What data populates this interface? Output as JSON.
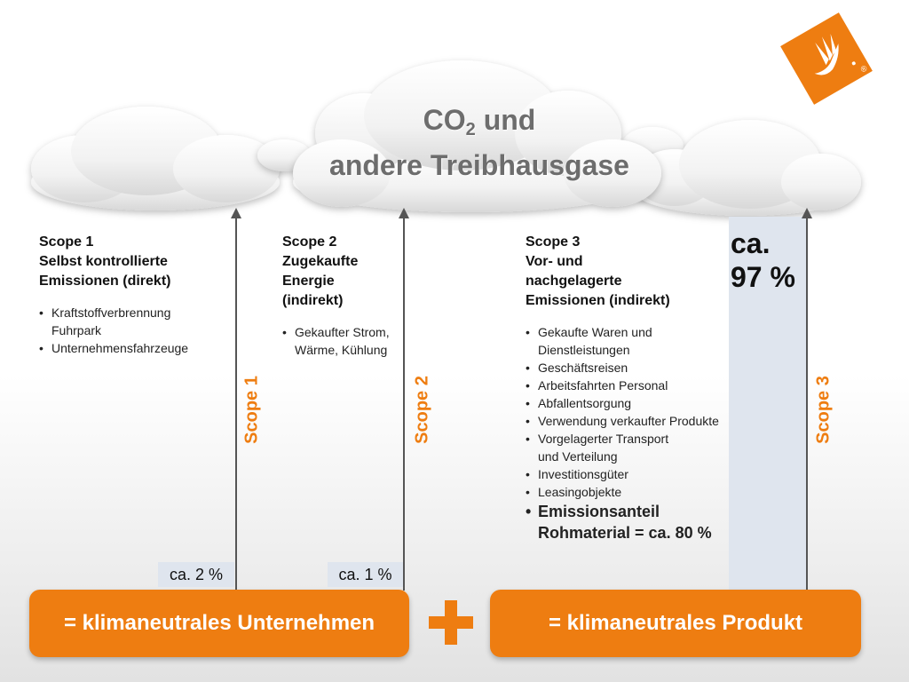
{
  "title": {
    "line1_main": "CO",
    "line1_sub": "2",
    "line1_rest": " und",
    "line2": "andere Treibhausgase"
  },
  "scope1": {
    "heading": [
      "Scope 1",
      "Selbst kontrollierte",
      "Emissionen (direkt)"
    ],
    "bullets": [
      "Kraftstoffverbrennung Fuhrpark",
      "Unternehmensfahrzeuge"
    ],
    "arrow_label": "Scope 1",
    "percent": "ca. 2 %"
  },
  "scope2": {
    "heading": [
      "Scope 2",
      "Zugekaufte",
      "Energie",
      "(indirekt)"
    ],
    "bullets": [
      "Gekaufter Strom, Wärme, Kühlung"
    ],
    "arrow_label": "Scope 2",
    "percent": "ca. 1 %"
  },
  "scope3": {
    "heading": [
      "Scope 3",
      "Vor- und",
      "nachgelagerte",
      "Emissionen (indirekt)"
    ],
    "bullets": [
      "Gekaufte Waren und Dienstleistungen",
      "Geschäftsreisen",
      "Arbeitsfahrten Personal",
      "Abfallentsorgung",
      "Verwendung verkaufter Produkte",
      "Vorgelagerter Transport und Verteilung",
      "Investitionsgüter",
      "Leasingobjekte"
    ],
    "big_bullet": "Emissionsanteil Rohmaterial = ca. 80 %",
    "arrow_label": "Scope 3",
    "percent_line1": "ca.",
    "percent_line2": "97 %"
  },
  "buttons": {
    "company": "= klimaneutrales Unternehmen",
    "product": "= klimaneutrales Produkt"
  },
  "logo_registered": "®",
  "colors": {
    "accent_orange": "#ee7d11",
    "scope3_bar": "#dfe5ee",
    "text_gray": "#6d6d6d"
  }
}
